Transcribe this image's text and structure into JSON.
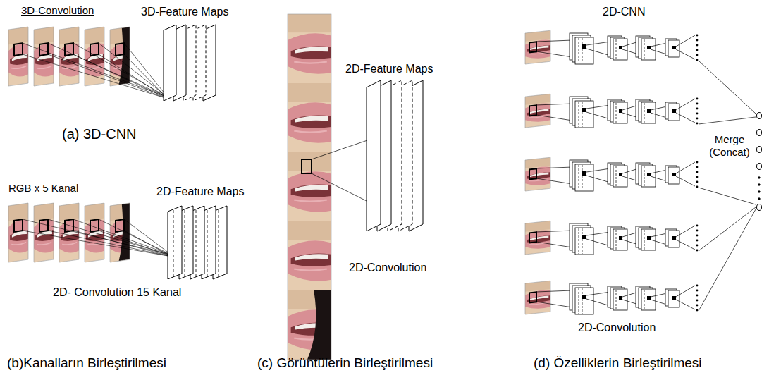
{
  "diagram": {
    "labels": [
      "3D-Convolution",
      "3D-Feature Maps",
      "(a) 3D-CNN",
      "RGB x 5 Kanal",
      "2D-Feature Maps",
      "2D- Convolution 15 Kanal",
      "(b)Kanalların Birleştirilmesi",
      "2D-Feature Maps",
      "2D-Convolution",
      "(c) Görüntülerin Birleştirilmesi",
      "2D-CNN",
      "Merge (Concat)",
      "2D-Convolution",
      "(d) Özelliklerin Birleştirilmesi"
    ]
  }
}
